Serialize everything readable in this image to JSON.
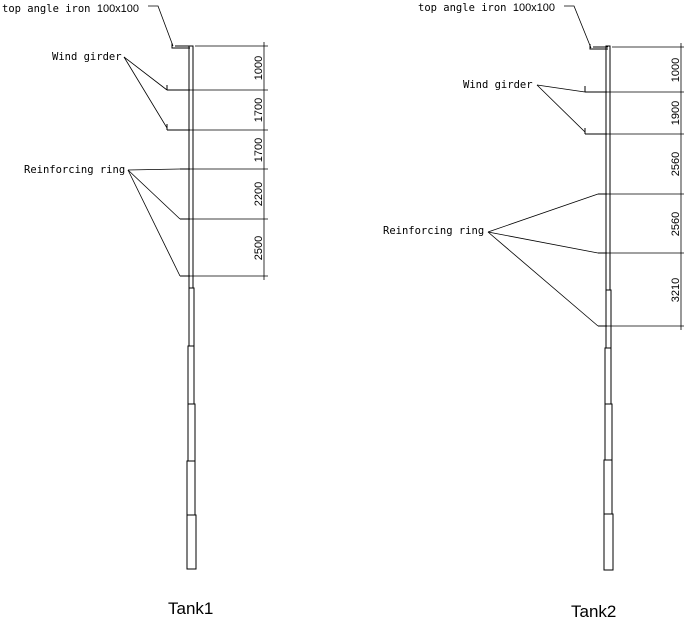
{
  "tank1": {
    "caption": "Tank1",
    "top_angle_label_prefix": "top angle iron ",
    "top_angle_label_size": "100x100",
    "wind_girder_label": "Wind girder",
    "reinforcing_ring_label": "Reinforcing ring",
    "dimensions": [
      "1000",
      "1700",
      "1700",
      "2200",
      "2500"
    ]
  },
  "tank2": {
    "caption": "Tank2",
    "top_angle_label_prefix": "top angle iron ",
    "top_angle_label_size": "100x100",
    "wind_girder_label": "Wind girder",
    "reinforcing_ring_label": "Reinforcing ring",
    "dimensions": [
      "1000",
      "1900",
      "2560",
      "2560",
      "3210"
    ]
  }
}
